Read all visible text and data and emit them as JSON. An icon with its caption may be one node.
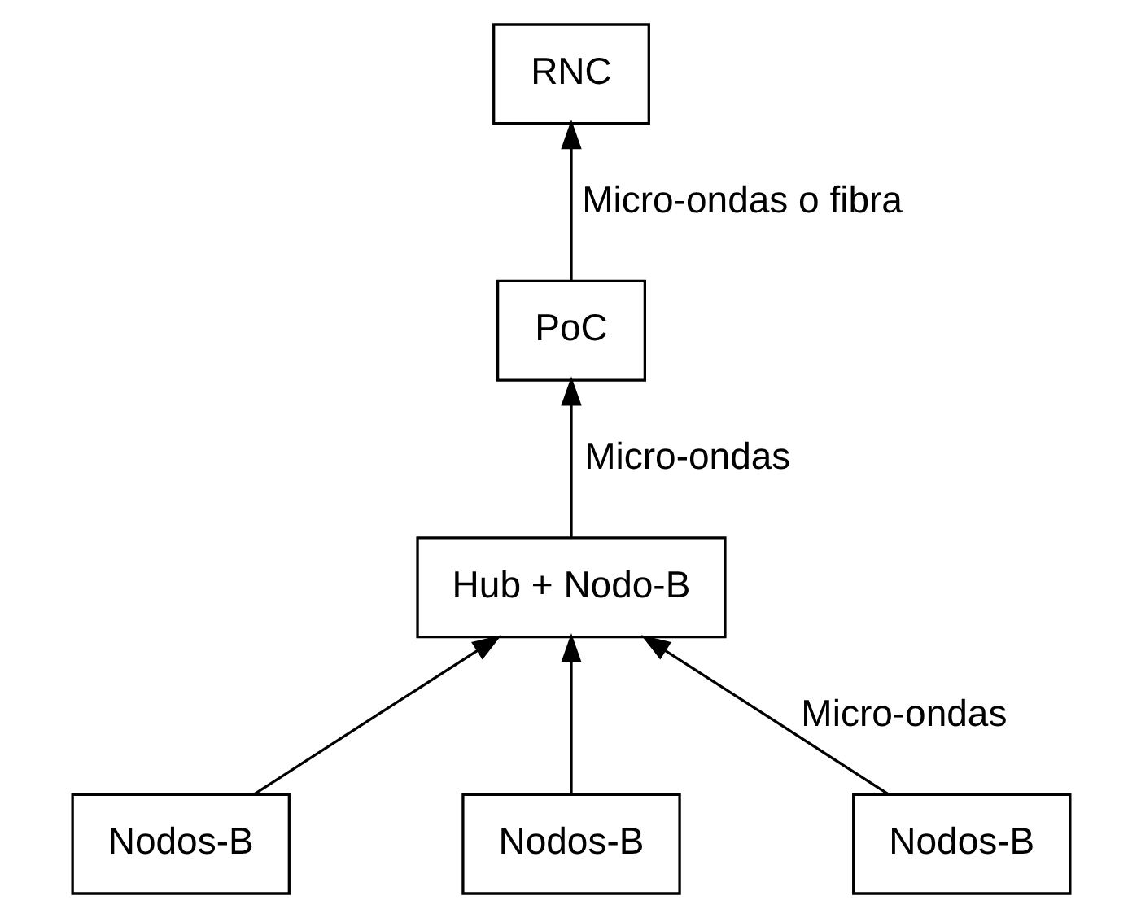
{
  "diagram": {
    "nodes": [
      {
        "text": [
          "RNC"
        ]
      },
      {
        "text": [
          "PoC"
        ]
      },
      {
        "text": [
          "Hub + Nodo-B"
        ]
      },
      {
        "text": [
          "Nodos-B"
        ]
      },
      {
        "text": [
          "Nodos-B"
        ]
      },
      {
        "text": [
          "Nodos-B"
        ]
      }
    ],
    "edges": [
      {
        "from": 1,
        "to": 0,
        "arrow": "to",
        "label": "Micro-ondas o fibra"
      },
      {
        "from": 2,
        "to": 1,
        "arrow": "to",
        "label": "Micro-ondas"
      },
      {
        "from": 3,
        "to": 2,
        "arrow": "to"
      },
      {
        "from": 4,
        "to": 2,
        "arrow": "to"
      },
      {
        "from": 5,
        "to": 2,
        "arrow": "to",
        "label": "Micro-ondas"
      }
    ]
  }
}
